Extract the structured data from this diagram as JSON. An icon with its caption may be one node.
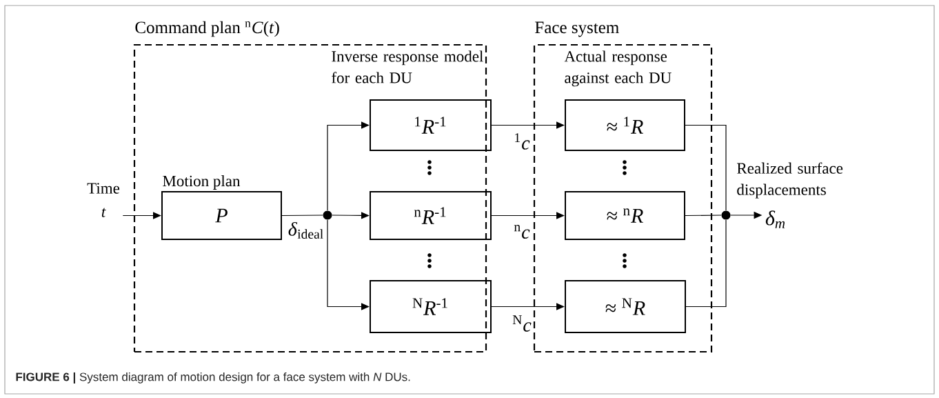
{
  "diagram": {
    "caption": "**FIGURE 6 |** System diagram of motion design for a face system with *N* DUs.",
    "nodes": [
      {
        "text": [
          "Command plan $^{n}$*C*(*t*)"
        ]
      },
      {
        "text": [
          "Face system"
        ]
      },
      {
        "text": [
          "Time",
          "t"
        ]
      },
      {
        "text": [
          "Motion plan",
          "*P*"
        ],
        "in": 0
      },
      {
        "text": [],
        "shape": "circle",
        "in": 0
      },
      {
        "text": [
          "$^{1}$*R*$^{-1}$"
        ],
        "in": 0
      },
      {
        "text": [
          "$^{n}$*R*$^{-1}$"
        ],
        "in": 0
      },
      {
        "text": [
          "$^{N}$*R*$^{-1}$"
        ],
        "in": 0
      },
      {
        "text": [
          "≈ $^{1}$*R*"
        ],
        "in": 1
      },
      {
        "text": [
          "≈ $^{n}$*R*"
        ],
        "in": 1
      },
      {
        "text": [
          "≈ $^{N}$*R*"
        ],
        "in": 1
      },
      {
        "text": [],
        "shape": "circle"
      },
      {
        "text": [
          "δ$_{m}$"
        ]
      }
    ],
    "edges": [
      {
        "from": 2,
        "to": 3,
        "arrow": "to"
      },
      {
        "from": 3,
        "to": 4,
        "arrow": "none",
        "label": "*δ*$_{ideal}$"
      },
      {
        "from": 4,
        "to": 5,
        "arrow": "to"
      },
      {
        "from": 4,
        "to": 6,
        "arrow": "to"
      },
      {
        "from": 4,
        "to": 7,
        "arrow": "to"
      },
      {
        "from": 5,
        "to": 8,
        "arrow": "to",
        "label": "$^{1}$*c*"
      },
      {
        "from": 6,
        "to": 9,
        "arrow": "to",
        "label": "$^{n}$*c*"
      },
      {
        "from": 7,
        "to": 10,
        "arrow": "to",
        "label": "$^{N}$*c*"
      },
      {
        "from": 8,
        "to": 11,
        "arrow": "none"
      },
      {
        "from": 9,
        "to": 11,
        "arrow": "none"
      },
      {
        "from": 10,
        "to": 11,
        "arrow": "none"
      },
      {
        "from": 11,
        "to": 12,
        "arrow": "to"
      }
    ],
    "labels": [
      "Inverse response model for each DU",
      "Actual response against each DU",
      "Realized surface displacements"
    ]
  }
}
